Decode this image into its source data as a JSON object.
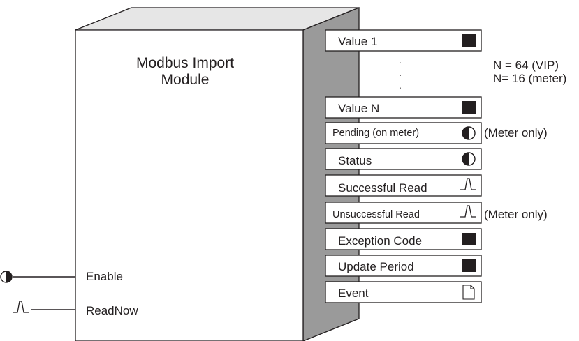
{
  "module": {
    "title_line1": "Modbus Import",
    "title_line2": "Module"
  },
  "inputs": [
    {
      "label": "Enable",
      "icon": "half-filled-circle-icon"
    },
    {
      "label": "ReadNow",
      "icon": "pulse-icon"
    }
  ],
  "outputs": [
    {
      "label": "Value 1",
      "icon": "filled-square-icon"
    },
    {
      "label": "Value N",
      "icon": "filled-square-icon"
    },
    {
      "label": "Pending (on meter)",
      "icon": "half-filled-circle-icon",
      "note": "(Meter only)"
    },
    {
      "label": "Status",
      "icon": "half-filled-circle-icon"
    },
    {
      "label": "Successful Read",
      "icon": "pulse-icon"
    },
    {
      "label": "Unsuccessful Read",
      "icon": "pulse-icon",
      "note": "(Meter only)"
    },
    {
      "label": "Exception Code",
      "icon": "filled-square-icon"
    },
    {
      "label": "Update Period",
      "icon": "filled-square-icon"
    },
    {
      "label": "Event",
      "icon": "document-icon"
    }
  ],
  "ellipsis": ".",
  "count_notes": {
    "vip": "N = 64 (VIP)",
    "meter": "N= 16 (meter)"
  },
  "colors": {
    "outline": "#231f20",
    "front_face": "#ffffff",
    "top_face": "#e6e6e6",
    "side_face": "#9a9a9a",
    "icon_fill": "#231f20"
  }
}
